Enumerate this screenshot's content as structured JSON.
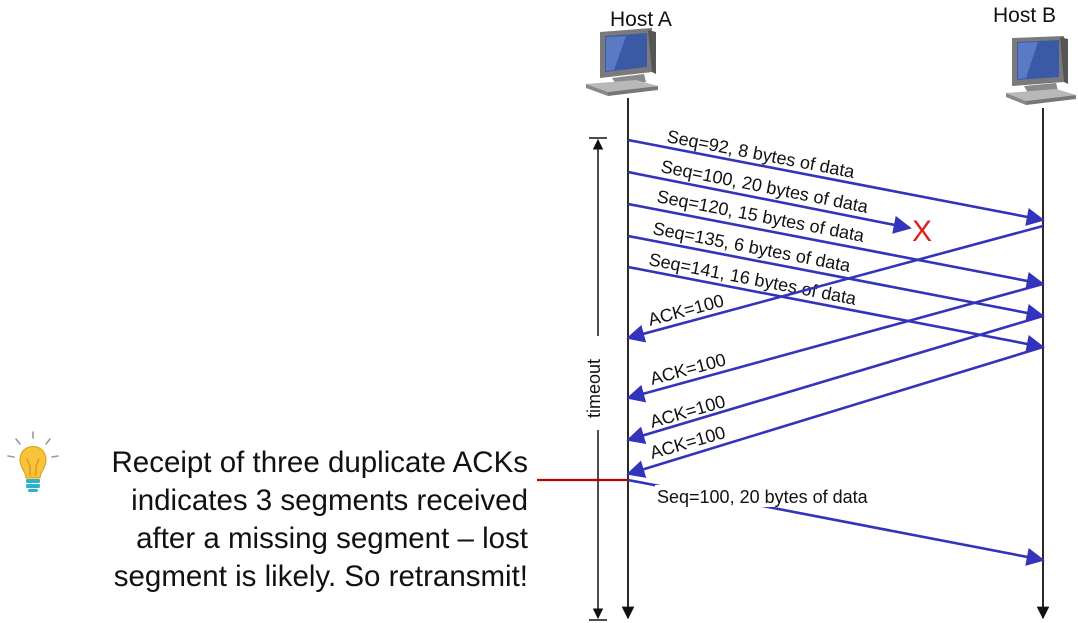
{
  "hosts": {
    "a": "Host A",
    "b": "Host B"
  },
  "timeout_label": "timeout",
  "segments": [
    {
      "label": "Seq=92, 8 bytes of data",
      "lost": false
    },
    {
      "label": "Seq=100, 20 bytes of data",
      "lost": true
    },
    {
      "label": "Seq=120, 15 bytes of data",
      "lost": false
    },
    {
      "label": "Seq=135, 6 bytes of data",
      "lost": false
    },
    {
      "label": "Seq=141, 16 bytes of data",
      "lost": false
    }
  ],
  "acks": [
    "ACK=100",
    "ACK=100",
    "ACK=100",
    "ACK=100"
  ],
  "retransmit": {
    "label": "Seq=100, 20 bytes of data"
  },
  "loss_marker": "X",
  "note": {
    "lines": [
      "Receipt of three duplicate ACKs",
      "indicates 3 segments received",
      "after a missing segment – lost",
      "segment is likely. So retransmit!"
    ]
  },
  "colors": {
    "arrow": "#3333bb",
    "loss": "#e02020",
    "marker_line": "#c00000",
    "timeline": "#111111"
  }
}
